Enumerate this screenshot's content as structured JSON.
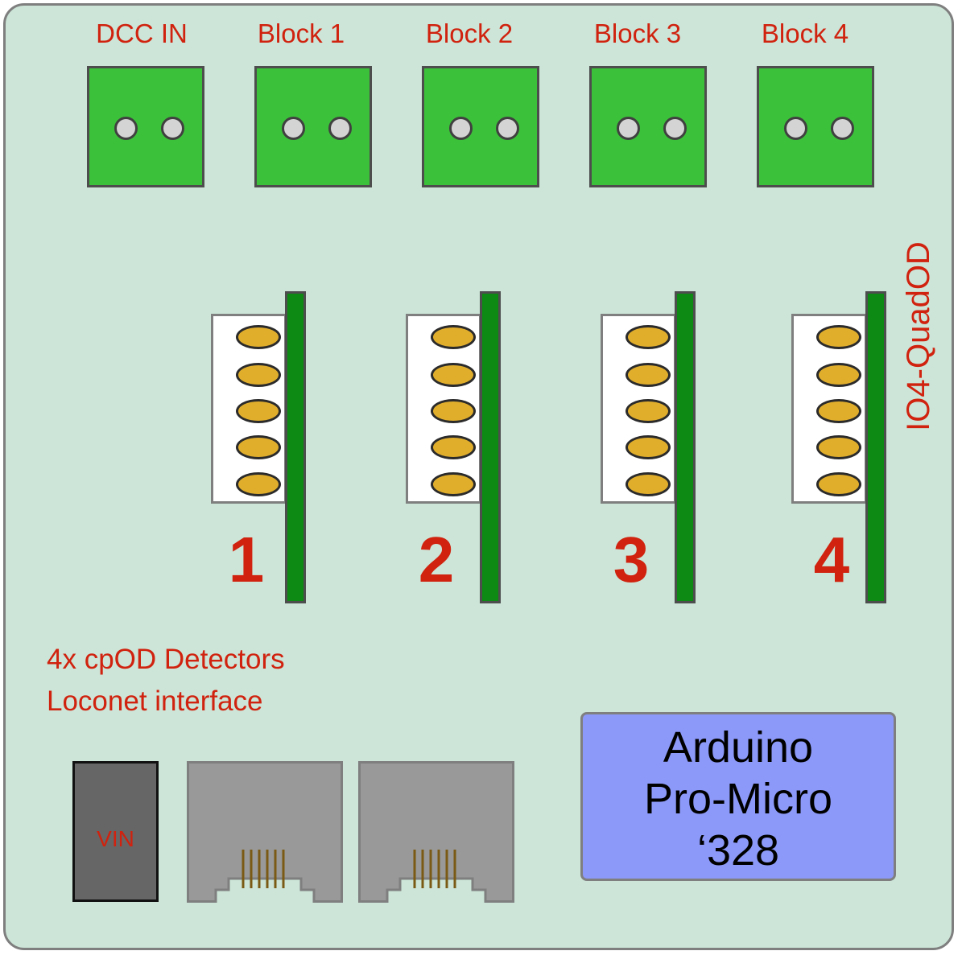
{
  "terminals": [
    {
      "label": "DCC IN"
    },
    {
      "label": "Block 1"
    },
    {
      "label": "Block 2"
    },
    {
      "label": "Block 3"
    },
    {
      "label": "Block 4"
    }
  ],
  "board_label": "IO4-QuadOD",
  "detectors": [
    {
      "number": "1"
    },
    {
      "number": "2"
    },
    {
      "number": "3"
    },
    {
      "number": "4"
    }
  ],
  "description": [
    "4x cpOD Detectors",
    "Loconet interface"
  ],
  "power": {
    "label": "VIN"
  },
  "arduino": {
    "lines": [
      "Arduino",
      "Pro-Micro",
      "‘328"
    ]
  },
  "colors": {
    "board": "#cce5d8",
    "label_red": "#d0220e",
    "terminal_green": "#3cc23a",
    "pcb_green": "#0c8a14",
    "pin_gold": "#e1ae2c",
    "arduino_blue": "#8c99f8",
    "rj45_gray": "#999999"
  }
}
